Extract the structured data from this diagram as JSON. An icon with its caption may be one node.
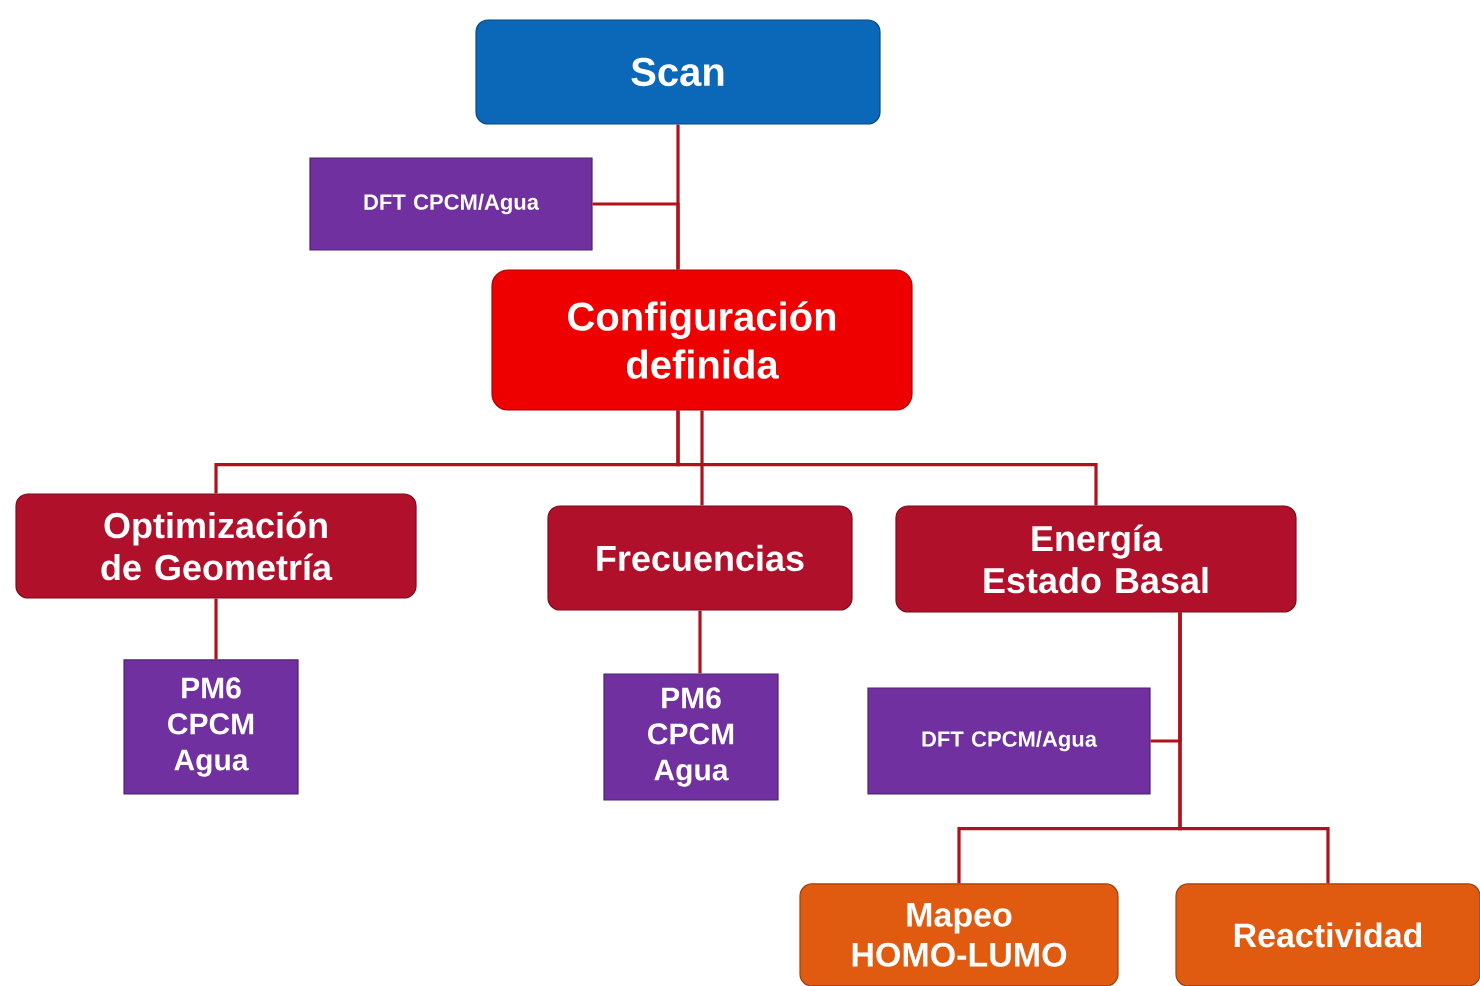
{
  "diagram": {
    "nodes": [
      {
        "text": [
          "Scan"
        ]
      },
      {
        "text": [
          "DFT CPCM/Agua"
        ]
      },
      {
        "text": [
          "Configuración definida"
        ]
      },
      {
        "text": [
          "Optimización de Geometría"
        ]
      },
      {
        "text": [
          "Frecuencias"
        ]
      },
      {
        "text": [
          "Energía Estado Basal"
        ]
      },
      {
        "text": [
          "PM6 CPCM Agua"
        ]
      },
      {
        "text": [
          "PM6 CPCM Agua"
        ]
      },
      {
        "text": [
          "DFT CPCM/Agua"
        ]
      },
      {
        "text": [
          "Mapeo HOMO-LUMO"
        ]
      },
      {
        "text": [
          "Reactividad"
        ]
      }
    ],
    "edges": [
      {
        "from": 0,
        "to": 2,
        "arrow": "none"
      },
      {
        "from": 1,
        "to": 2,
        "arrow": "none"
      },
      {
        "from": 2,
        "to": 3,
        "arrow": "none"
      },
      {
        "from": 2,
        "to": 4,
        "arrow": "none"
      },
      {
        "from": 2,
        "to": 5,
        "arrow": "none"
      },
      {
        "from": 3,
        "to": 6,
        "arrow": "none"
      },
      {
        "from": 4,
        "to": 7,
        "arrow": "none"
      },
      {
        "from": 5,
        "to": 8,
        "arrow": "none"
      },
      {
        "from": 5,
        "to": 9,
        "arrow": "none"
      },
      {
        "from": 5,
        "to": 10,
        "arrow": "none"
      }
    ]
  }
}
